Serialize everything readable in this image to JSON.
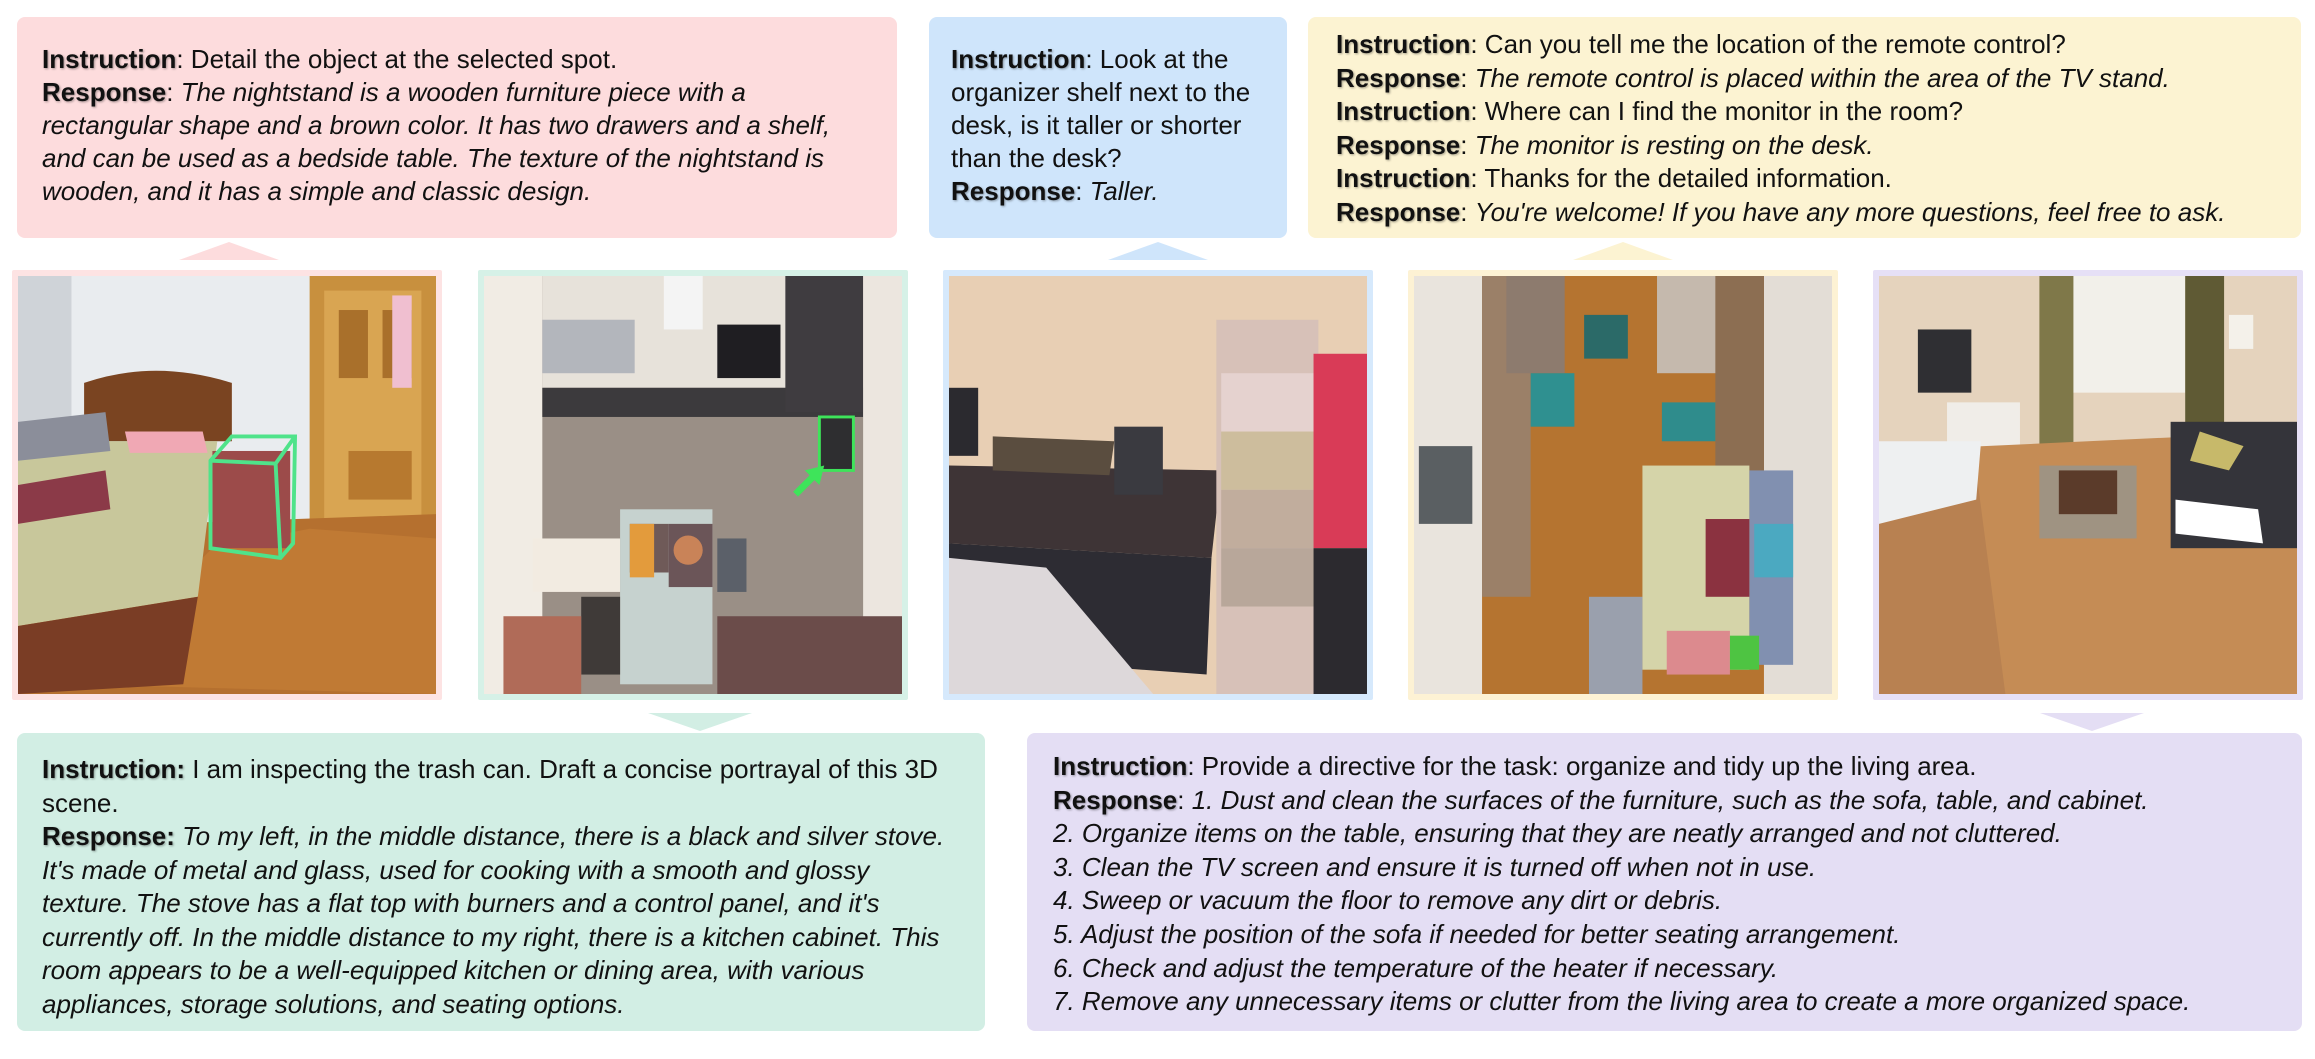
{
  "panels": [
    {
      "id": "object-description",
      "color": "#fddcdd",
      "border_color": "#fde0e0",
      "lines": [
        {
          "label": "Instruction",
          "sep": ": ",
          "text": "Detail the object at the selected spot.",
          "italic": false
        },
        {
          "label": "Response",
          "sep": ": ",
          "text": "The nightstand is a wooden furniture piece with a rectangular shape and a brown color. It has two drawers and a shelf, and can be used as a bedside table. The texture of the nightstand is wooden, and it has a simple and classic design.",
          "italic": true
        }
      ]
    },
    {
      "id": "spatial-qa",
      "color": "#cfe5fb",
      "border_color": "#d2e6fb",
      "lines": [
        {
          "label": "Instruction",
          "sep": ": ",
          "text": "Look at the organizer shelf next to the desk, is it taller or shorter than the desk?",
          "italic": false
        },
        {
          "label": "Response",
          "sep": ": ",
          "text": "Taller.",
          "italic": true
        }
      ]
    },
    {
      "id": "multi-turn-dialogue",
      "color": "#fcf3d2",
      "border_color": "#fdf1cf",
      "lines": [
        {
          "label": "Instruction",
          "sep": ": ",
          "text": "Can you tell me the location of the remote control?",
          "italic": false
        },
        {
          "label": "Response",
          "sep": ": ",
          "text": "The remote control is placed within the area of the TV stand.",
          "italic": true
        },
        {
          "label": "Instruction",
          "sep": ": ",
          "text": "Where can I find the monitor in the room?",
          "italic": false
        },
        {
          "label": "Response",
          "sep": ": ",
          "text": "The monitor is resting on the desk.",
          "italic": true
        },
        {
          "label": "Instruction",
          "sep": ": ",
          "text": "Thanks for the detailed information.",
          "italic": false
        },
        {
          "label": "Response",
          "sep": ": ",
          "text": "You're welcome! If you have any more questions, feel free to ask.",
          "italic": true
        }
      ]
    },
    {
      "id": "scene-description",
      "color": "#d2eee4",
      "border_color": "#d4f0e6",
      "lines": [
        {
          "label": "Instruction:",
          "sep": " ",
          "text": "I am inspecting the trash can. Draft a concise portrayal of this 3D scene.",
          "italic": false
        },
        {
          "label": "Response:",
          "sep": " ",
          "text": "To my left, in the middle distance, there is a black and silver stove. It's made of metal and glass, used for cooking with a smooth and glossy texture. The stove has a flat top with burners and a control panel, and it's currently off. In the middle distance to my right, there is a kitchen cabinet. This room appears to be a well-equipped kitchen or dining area, with various appliances, storage solutions, and seating options.",
          "italic": true
        }
      ]
    },
    {
      "id": "task-planning",
      "color": "#e4def4",
      "border_color": "#e6e0f6",
      "lines": [
        {
          "label": "Instruction",
          "sep": ": ",
          "text": "Provide a directive for the task: organize and tidy up the living area.",
          "italic": false
        },
        {
          "label": "Response",
          "sep": ": ",
          "text": "1. Dust and clean the surfaces of the furniture, such as the sofa, table, and cabinet.",
          "italic": true
        },
        {
          "label": "",
          "sep": "",
          "text": "2. Organize items on the table, ensuring that they are neatly arranged and not cluttered.",
          "italic": true
        },
        {
          "label": "",
          "sep": "",
          "text": "3. Clean the TV screen and ensure it is turned off when not in use.",
          "italic": true
        },
        {
          "label": "",
          "sep": "",
          "text": "4. Sweep or vacuum the floor to remove any dirt or debris.",
          "italic": true
        },
        {
          "label": "",
          "sep": "",
          "text": "5. Adjust the position of the sofa if needed for better seating arrangement.",
          "italic": true
        },
        {
          "label": "",
          "sep": "",
          "text": "6. Check and adjust the temperature of the heater if necessary.",
          "italic": true
        },
        {
          "label": "",
          "sep": "",
          "text": "7. Remove any unnecessary items or clutter from the living area to create a more organized space.",
          "italic": true
        }
      ]
    }
  ],
  "scenes": [
    {
      "id": "bedroom-nightstand",
      "depicts": "bedroom with bed, wooden door and nightstand highlighted by green 3D bounding box",
      "highlight": "green bounding box",
      "highlight_color": "#4fe38a"
    },
    {
      "id": "kitchen-topdown",
      "depicts": "top-down view of kitchen/dining area with stove, cabinets, table and chairs; green arrow pointing to trash can",
      "highlight": "green arrow",
      "highlight_color": "#3ee45a"
    },
    {
      "id": "desk-organizer",
      "depicts": "desk with monitor next to a stacked organizer shelf and bed",
      "highlight": "",
      "highlight_color": ""
    },
    {
      "id": "bedroom-topdown",
      "depicts": "top-down view of bedroom with wooden floor, bed, chairs and shelves",
      "highlight": "",
      "highlight_color": ""
    },
    {
      "id": "living-room",
      "depicts": "living room with wall TV, white table, coffee table on striped rug, grey sofa and curtained window",
      "highlight": "",
      "highlight_color": ""
    }
  ]
}
